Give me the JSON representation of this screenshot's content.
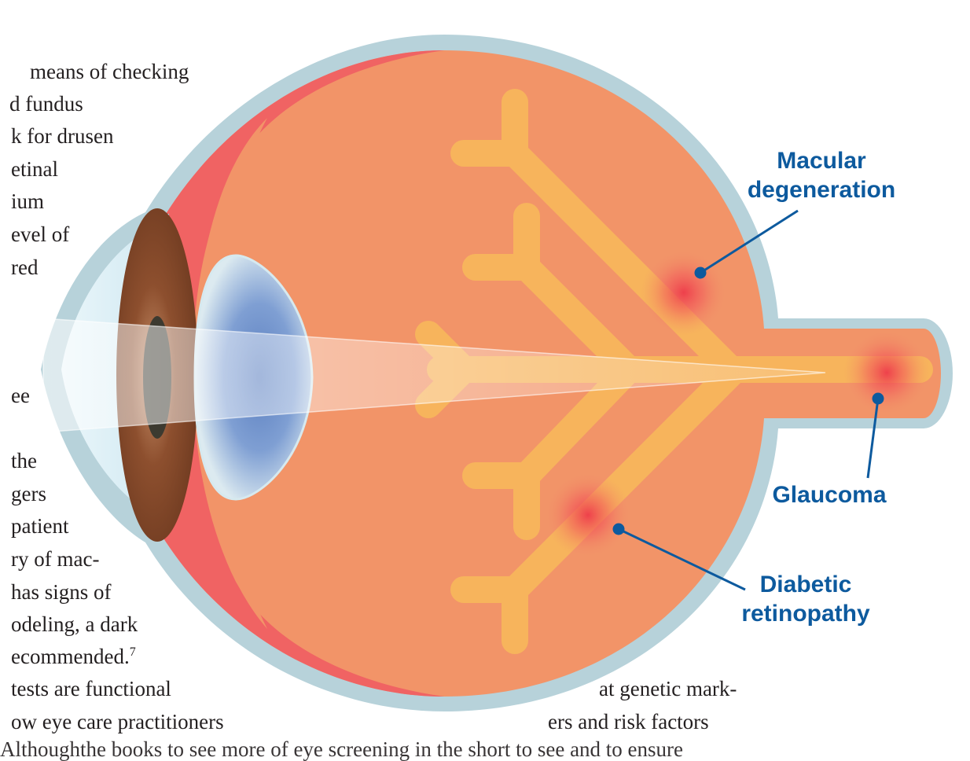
{
  "body_text": {
    "left_lines": [
      "means of checking",
      "d fundus",
      "k for drusen",
      "etinal",
      "ium",
      "evel of",
      "red",
      "ee",
      "the",
      "gers",
      "patient",
      "ry of mac-",
      "has signs of",
      "odeling, a dark",
      "ecommended.",
      "tests are functional",
      "ow eye care practitioners"
    ],
    "footnote_ref": "7",
    "right_lines": [
      "at genetic mark-",
      "ers and risk factors"
    ],
    "bottom_line": "Althoughthe books to see more of eye screening in the short to see and to ensure"
  },
  "labels": {
    "macular": [
      "Macular",
      "degeneration"
    ],
    "glaucoma": "Glaucoma",
    "diabetic": [
      "Diabetic",
      "retinopathy"
    ]
  },
  "colors": {
    "sclera_outline": "#b7d2da",
    "choroid": "#f06363",
    "retina": "#f29468",
    "vessels": "#f7b45c",
    "iris": "#7a4226",
    "lens": "#5f82c2",
    "cornea": "#d9eef5",
    "label_blue": "#0d5a9e",
    "lesion": "#ee3b4a"
  }
}
